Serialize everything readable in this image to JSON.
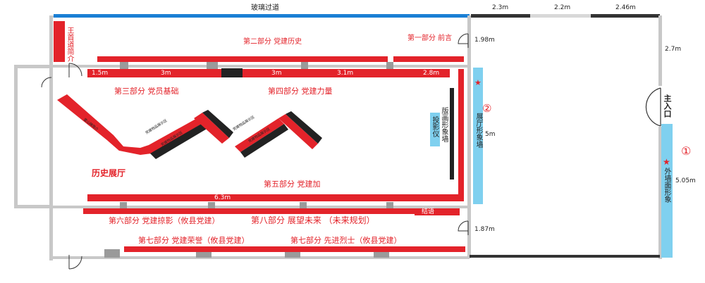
{
  "title": {
    "glass_corridor": "玻璃过道",
    "hall": "历史展厅"
  },
  "sections": {
    "s1": "第一部分  前言",
    "s2": "第二部分  党建历史",
    "s3": "第三部分  党员基础",
    "s4": "第四部分  党建力量",
    "s5": "第五部分  党建加",
    "s6": "第六部分  党建掠影（攸县党建）",
    "s7a": "第七部分  党建荣誉（攸县党建）",
    "s7b": "第七部分  先进烈士（攸县党建）",
    "s8": "第八部分  展望未来 （未来规划）"
  },
  "labels": {
    "wang_intro": "王首道简介",
    "projector": "投影仪",
    "board_wall": "版画形象墙",
    "hall_wall": "展厅形象墙",
    "outer_wall": "外墙面形象",
    "entrance": "主入口",
    "closing": "结语",
    "zone_a": "党建物品展示区",
    "zone_b": "党建物品展示区",
    "zone_c": "党建物品展示区",
    "zone_d": "党建物品展示区",
    "zone_e": "雷山碑简介",
    "circle1": "①",
    "circle2": "②",
    "star": "★"
  },
  "dimensions": {
    "d_2_3": "2.3m",
    "d_2_2": "2.2m",
    "d_2_46": "2.46m",
    "d_2_7": "2.7m",
    "d_5_05": "5.05m",
    "d_1_98": "1.98m",
    "d_1_87": "1.87m",
    "d_5": "5m",
    "w_1_5": "1.5m",
    "w_3a": "3m",
    "w_3b": "3m",
    "w_3_1": "3.1m",
    "w_2_8": "2.8m",
    "w_6_3": "6.3m"
  },
  "colors": {
    "wall": "#c8c8c8",
    "panel": "#e3232a",
    "glass": "#1a7fd4",
    "lightblue": "#7fd0ef",
    "dark": "#222222"
  }
}
